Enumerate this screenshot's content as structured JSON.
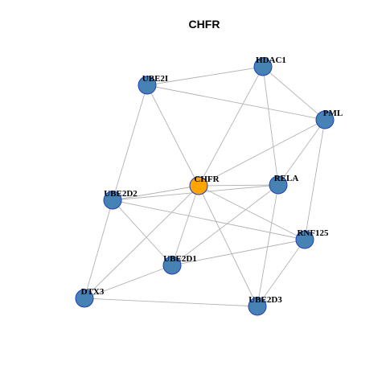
{
  "title": "CHFR",
  "colors": {
    "default_node": "#4682b4",
    "center_node": "#ffa500",
    "node_border": "#1f3fbf",
    "edge": "#b3b3b3"
  },
  "nodes": [
    {
      "id": "CHFR",
      "label": "CHFR",
      "center": true
    },
    {
      "id": "HDAC1",
      "label": "HDAC1"
    },
    {
      "id": "UBE2I",
      "label": "UBE2I"
    },
    {
      "id": "PML",
      "label": "PML"
    },
    {
      "id": "RELA",
      "label": "RELA"
    },
    {
      "id": "UBE2D2",
      "label": "UBE2D2"
    },
    {
      "id": "RNF125",
      "label": "RNF125"
    },
    {
      "id": "UBE2D1",
      "label": "UBE2D1"
    },
    {
      "id": "DTX3",
      "label": "DTX3"
    },
    {
      "id": "UBE2D3",
      "label": "UBE2D3"
    }
  ],
  "edges": [
    [
      "UBE2I",
      "HDAC1"
    ],
    [
      "UBE2I",
      "PML"
    ],
    [
      "UBE2I",
      "CHFR"
    ],
    [
      "UBE2I",
      "UBE2D2"
    ],
    [
      "HDAC1",
      "PML"
    ],
    [
      "HDAC1",
      "CHFR"
    ],
    [
      "HDAC1",
      "RELA"
    ],
    [
      "PML",
      "CHFR"
    ],
    [
      "PML",
      "RELA"
    ],
    [
      "PML",
      "RNF125"
    ],
    [
      "CHFR",
      "RELA"
    ],
    [
      "CHFR",
      "UBE2D2"
    ],
    [
      "CHFR",
      "UBE2D1"
    ],
    [
      "CHFR",
      "DTX3"
    ],
    [
      "CHFR",
      "UBE2D3"
    ],
    [
      "CHFR",
      "RNF125"
    ],
    [
      "RELA",
      "UBE2D2"
    ],
    [
      "RELA",
      "UBE2D1"
    ],
    [
      "RELA",
      "UBE2D3"
    ],
    [
      "UBE2D2",
      "RNF125"
    ],
    [
      "UBE2D2",
      "UBE2D1"
    ],
    [
      "UBE2D2",
      "DTX3"
    ],
    [
      "RNF125",
      "UBE2D1"
    ],
    [
      "RNF125",
      "UBE2D3"
    ],
    [
      "UBE2D1",
      "DTX3"
    ],
    [
      "DTX3",
      "UBE2D3"
    ]
  ]
}
